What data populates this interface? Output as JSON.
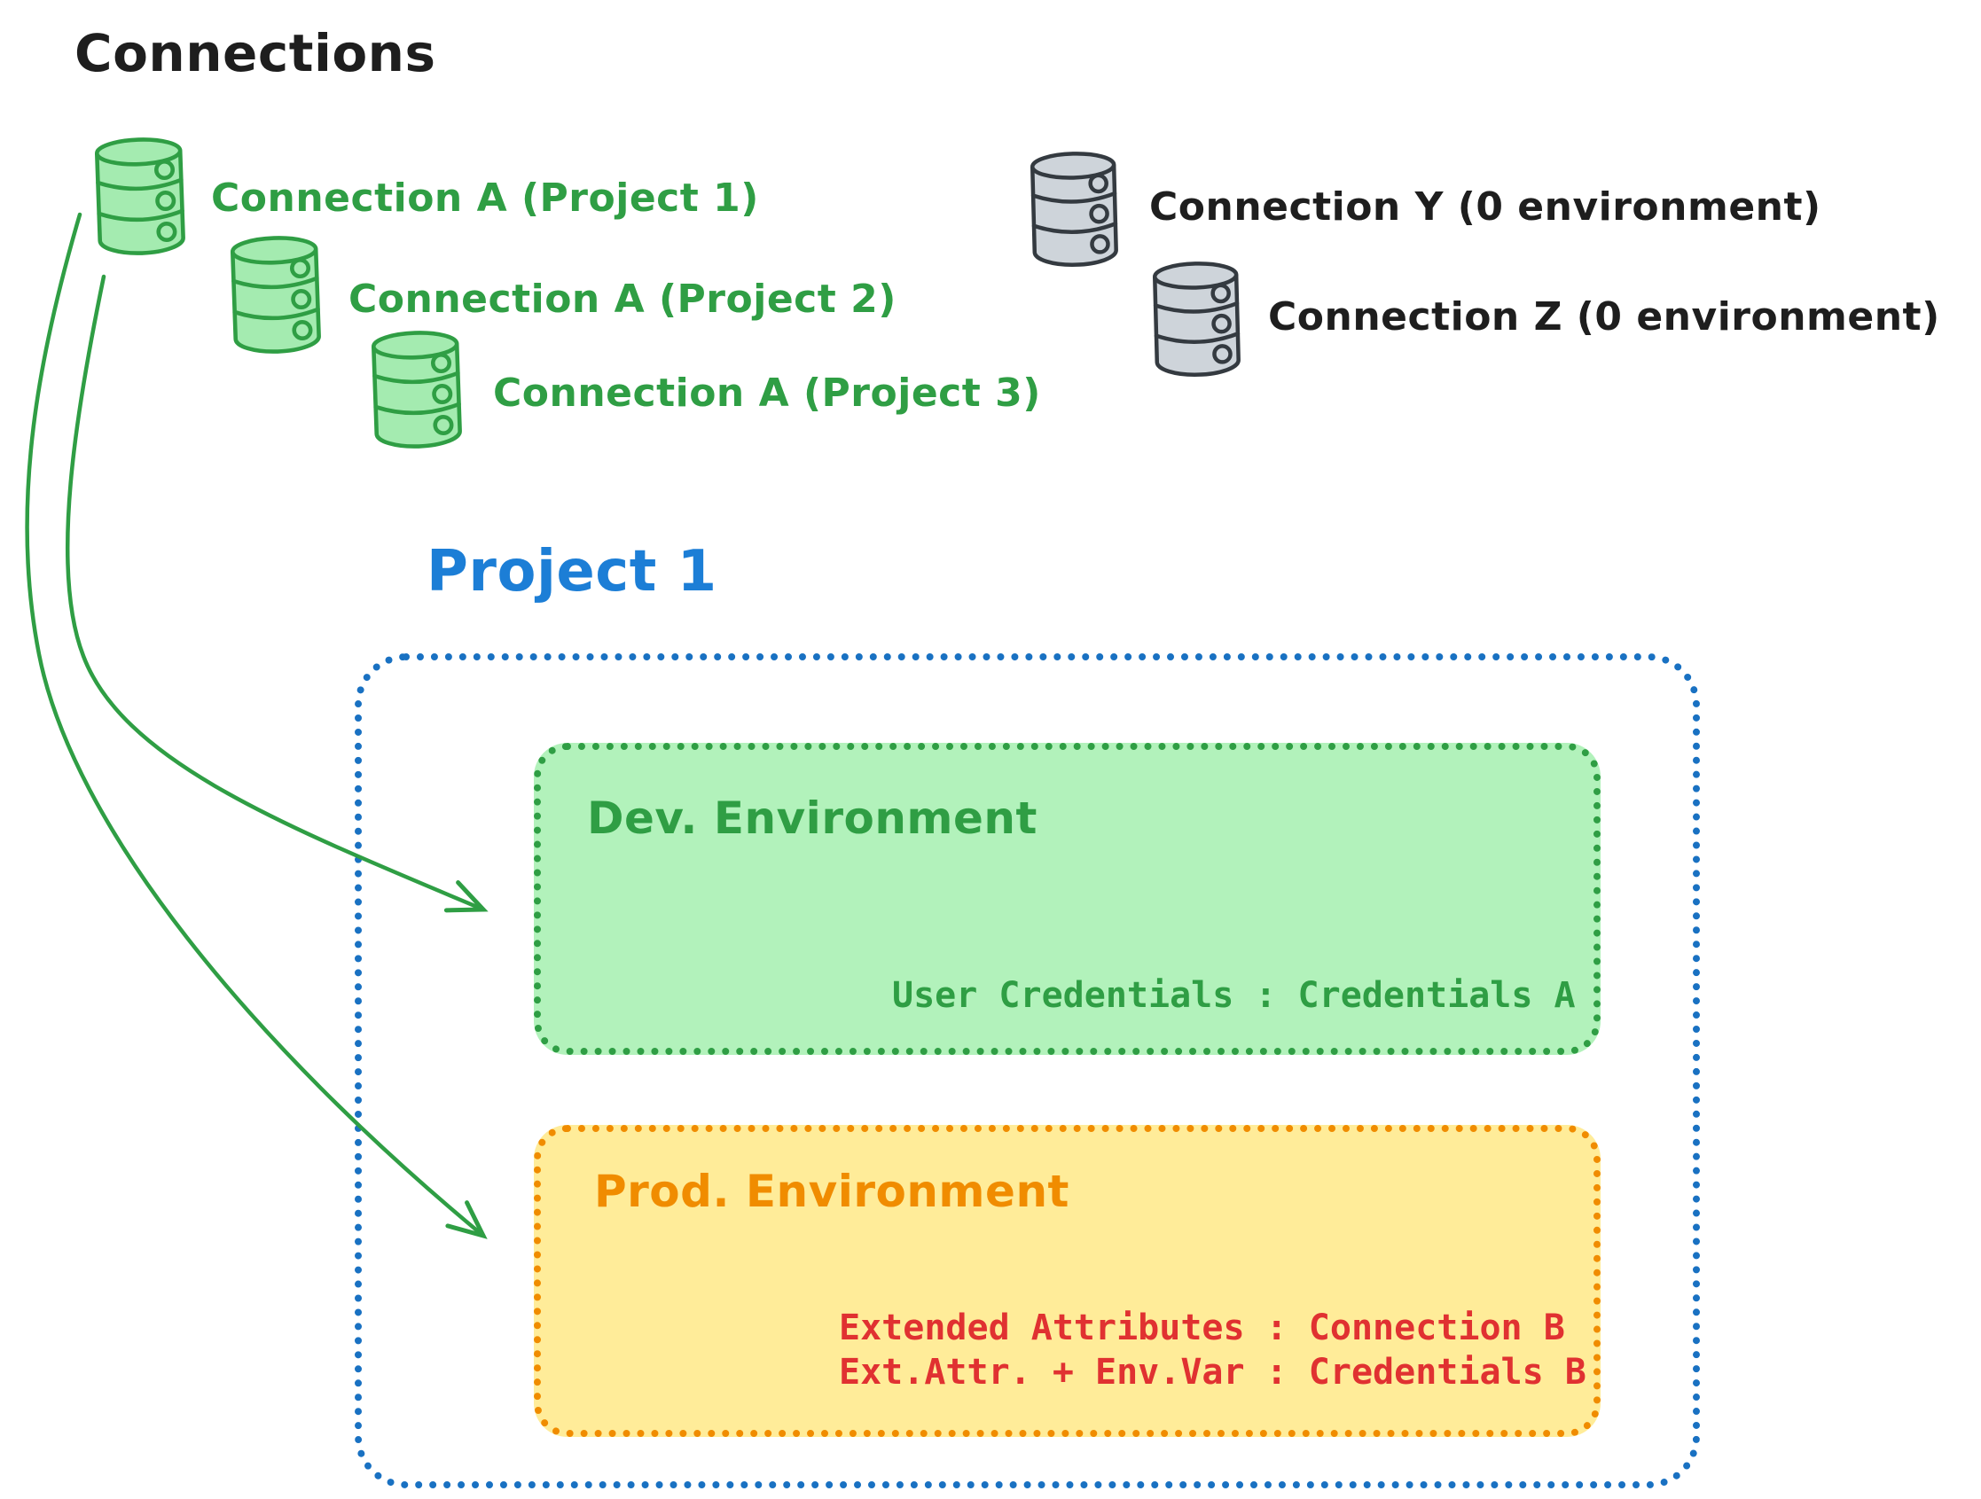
{
  "title": "Connections",
  "green_connections": [
    {
      "icon": "database-icon",
      "label": "Connection A (Project 1)"
    },
    {
      "icon": "database-icon",
      "label": "Connection A (Project 2)"
    },
    {
      "icon": "database-icon",
      "label": "Connection A (Project 3)"
    }
  ],
  "gray_connections": [
    {
      "icon": "database-icon",
      "label": "Connection Y (0 environment)"
    },
    {
      "icon": "database-icon",
      "label": "Connection Z (0 environment)"
    }
  ],
  "project": {
    "title": "Project 1",
    "environments": {
      "dev": {
        "name": "Dev. Environment",
        "credential_lines": [
          "User Credentials : Credentials A"
        ]
      },
      "prod": {
        "name": "Prod. Environment",
        "credential_lines": [
          "Extended Attributes : Connection B",
          "Ext.Attr. + Env.Var : Credentials B"
        ]
      }
    }
  },
  "colors": {
    "green_stroke": "#2f9e44",
    "green_fill": "#b2f2bb",
    "green_db_fill": "#a4ebb0",
    "blue_border": "#1971c2",
    "blue_text": "#1c7ed6",
    "orange_stroke": "#f08c00",
    "orange_fill": "#ffec99",
    "red_text": "#e03131",
    "gray_db_fill": "#ced4da",
    "dark_text": "#1e1e1e"
  }
}
